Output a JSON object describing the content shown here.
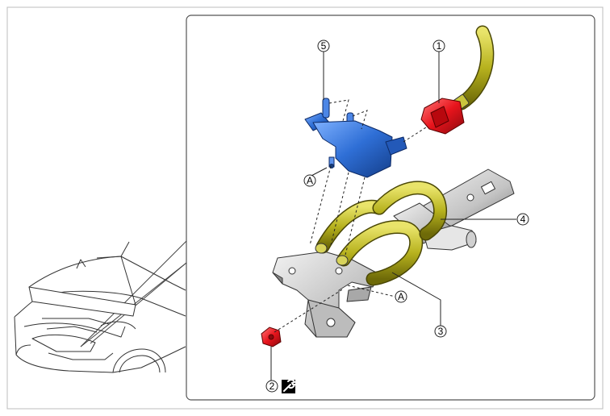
{
  "diagram": {
    "callouts": [
      {
        "id": "1",
        "label": "1"
      },
      {
        "id": "2",
        "label": "2"
      },
      {
        "id": "3",
        "label": "3"
      },
      {
        "id": "4",
        "label": "4"
      },
      {
        "id": "5",
        "label": "5"
      }
    ],
    "connector_marks": [
      {
        "id": "A-upper",
        "label": "A"
      },
      {
        "id": "A-lower",
        "label": "A"
      }
    ],
    "tool_icon": "wrench-icon",
    "colors": {
      "connector": "#e8141c",
      "solenoid": "#2f6fd6",
      "hose": "#b7b21e",
      "bracket": "#c9c9c9",
      "frame": "#555555"
    }
  }
}
